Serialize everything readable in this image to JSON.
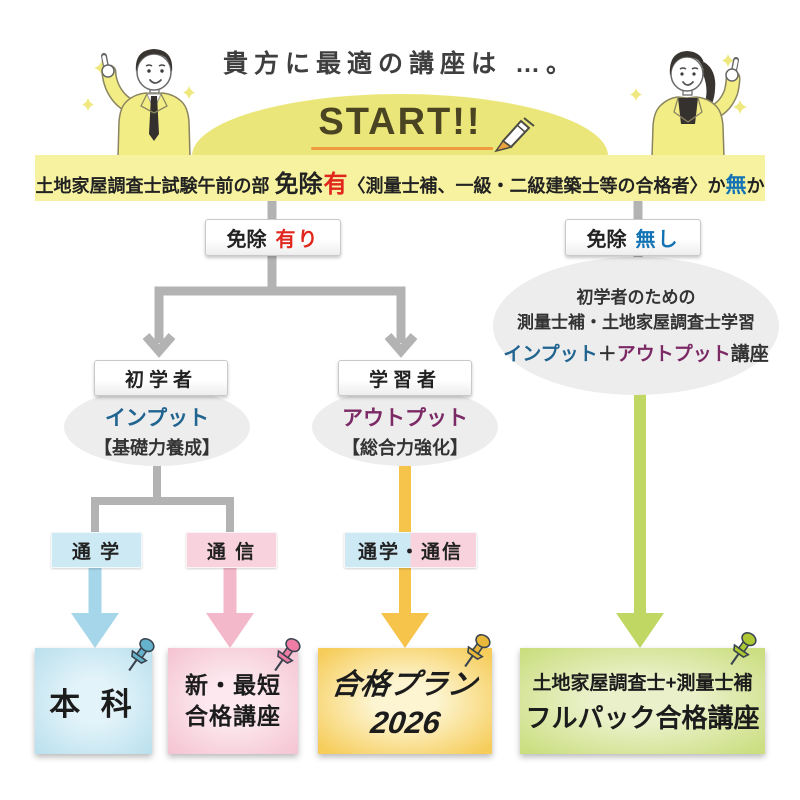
{
  "page": {
    "title": "貴方に最適の講座は …。"
  },
  "start": {
    "label": "START!!"
  },
  "banner": {
    "prefix": "土地家屋調査士試験午前の部",
    "exempt": "免除",
    "yes": "有",
    "middle": "〈測量士補、一級・二級建築士等の合格者〉か",
    "no": "無",
    "suffix": "か"
  },
  "branch": {
    "exempt_yes": {
      "label": "免除",
      "value": "有り"
    },
    "exempt_no": {
      "label": "免除",
      "value": "無し"
    },
    "beginner": {
      "title": "初学者",
      "highlight": "インプット",
      "note": "【基礎力養成】"
    },
    "advanced": {
      "title": "学習者",
      "highlight": "アウトプット",
      "note": "【総合力強化】"
    },
    "no_exempt": {
      "line1": "初学者のための",
      "line2": "測量士補・土地家屋調査士学習",
      "input": "インプット",
      "plus": "＋",
      "output": "アウトプット",
      "suffix": "講座"
    },
    "commute": "通 学",
    "correspondence": "通 信",
    "both": "通学・通信"
  },
  "courses": {
    "honka": {
      "title": "本 科"
    },
    "saitan": {
      "line1": "新・最短",
      "line2": "合格講座"
    },
    "plan2026": {
      "line1": "合格プラン",
      "line2": "2026"
    },
    "fullpack": {
      "line1": "土地家屋調査士+測量士補",
      "line2": "フルパック合格講座"
    }
  },
  "colors": {
    "accent-red": "#e0261d",
    "accent-blue": "#1272b4",
    "input-blue": "#20648f",
    "output-purple": "#7c2a66",
    "banner-yellow": "#f6f2a0",
    "start-yellow": "#eae679",
    "underline-orange": "#f09a3e",
    "gray-line": "#b3b3b3",
    "gray-ellipse": "#ededed",
    "lightblue": "#cde9f3",
    "pink": "#f8d2dc",
    "arrow-blue": "#a6d6e9",
    "arrow-pink": "#f3b9cb",
    "arrow-yellow": "#f6c44b",
    "arrow-green": "#c0d763",
    "pin-blue": "#64b2cc",
    "pin-pink": "#ef7ca4",
    "pin-gold": "#e9b83a",
    "pin-green": "#aec835"
  }
}
